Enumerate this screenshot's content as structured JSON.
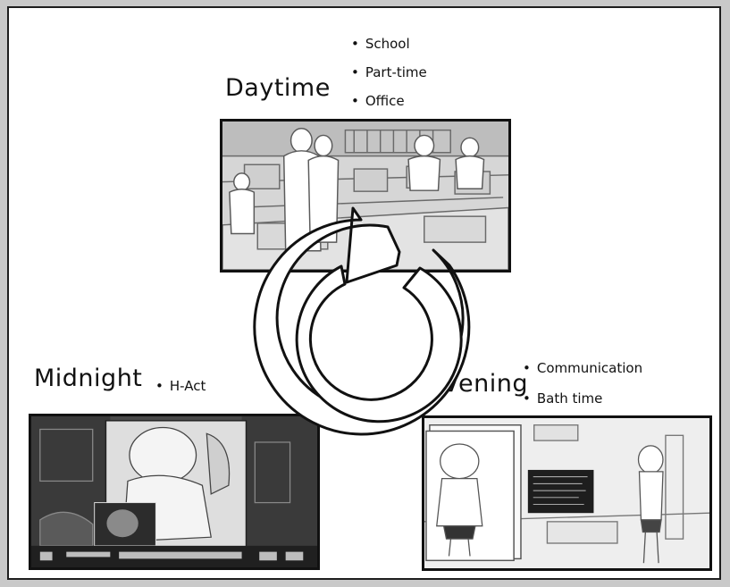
{
  "phases": {
    "daytime": {
      "label": "Daytime",
      "activities": [
        "School",
        "Part-time",
        "Office"
      ]
    },
    "evening": {
      "label": "Evening",
      "activities": [
        "Communication",
        "Bath time"
      ]
    },
    "midnight": {
      "label": "Midnight",
      "activities": [
        "H-Act"
      ]
    }
  },
  "icons": {
    "cycle": "cycle-arrow-icon"
  },
  "colors": {
    "background": "#c9c9c9",
    "frame": "#ffffff",
    "ink": "#111111"
  }
}
